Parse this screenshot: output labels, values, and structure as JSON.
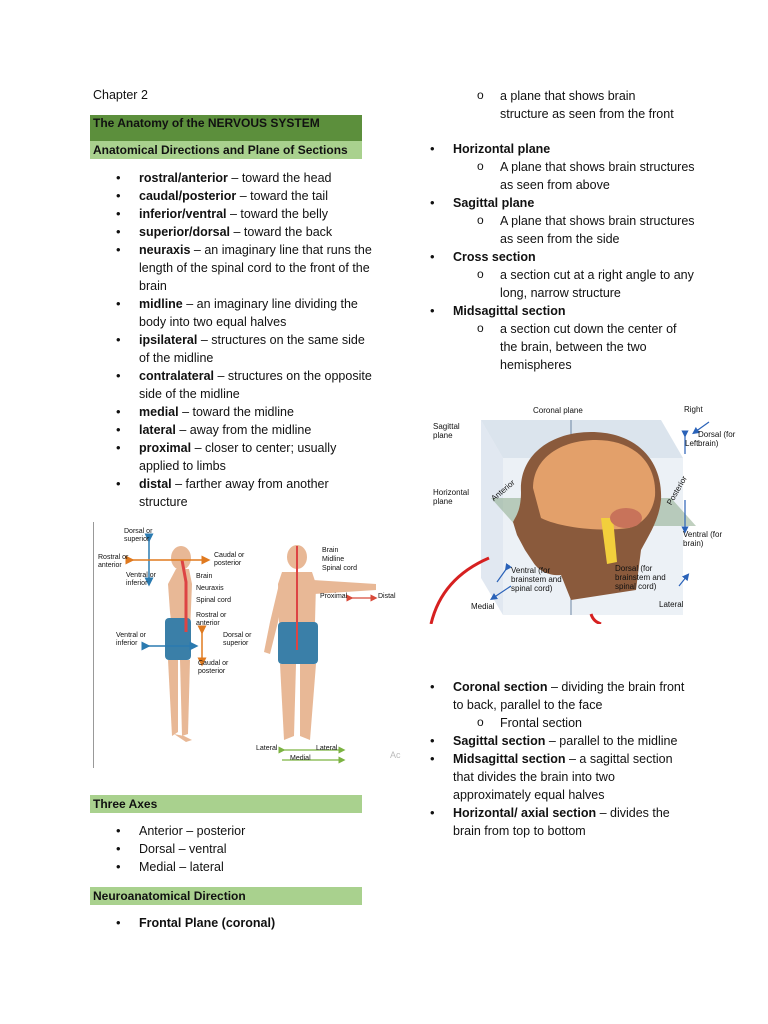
{
  "left": {
    "chapter": "Chapter 2",
    "title_header": "The Anatomy of the NERVOUS SYSTEM",
    "directions_header": "Anatomical Directions and Plane of Sections",
    "terms": [
      {
        "term": "rostral/anterior",
        "desc": " – toward the head"
      },
      {
        "term": "caudal/posterior",
        "desc": " – toward the tail"
      },
      {
        "term": "inferior/ventral",
        "desc": " – toward the belly"
      },
      {
        "term": "superior/dorsal",
        "desc": " – toward the back"
      },
      {
        "term": "neuraxis",
        "desc": " – an imaginary line that runs the length of the spinal cord to the front of the brain"
      },
      {
        "term": "midline",
        "desc": " – an imaginary line dividing the body into two equal halves"
      },
      {
        "term": "ipsilateral",
        "desc": " – structures on the same side of the midline"
      },
      {
        "term": "contralateral",
        "desc": " – structures on the opposite side of the midline"
      },
      {
        "term": "medial",
        "desc": " – toward the midline"
      },
      {
        "term": "lateral",
        "desc": " – away from the midline"
      },
      {
        "term": "proximal",
        "desc": " – closer to center; usually applied to limbs"
      },
      {
        "term": "distal",
        "desc": " – farther away from another structure"
      }
    ],
    "body_figure": {
      "labels": {
        "dorsal_superior": "Dorsal or superior",
        "rostral_anterior": "Rostral or anterior",
        "caudal_posterior": "Caudal or posterior",
        "ventral_inferior": "Ventral or inferior",
        "brain": "Brain",
        "neuraxis": "Neuraxis",
        "spinal_cord": "Spinal cord",
        "rostral_anterior2": "Rostral or anterior",
        "ventral_inferior2": "Ventral or inferior",
        "dorsal_superior2": "Dorsal or superior",
        "caudal_posterior2": "Caudal or posterior",
        "brain2": "Brain",
        "midline": "Midline",
        "spinal_cord2": "Spinal cord",
        "proximal": "Proximal",
        "distal": "Distal",
        "lateral_l": "Lateral",
        "lateral_r": "Lateral",
        "medial": "Medial",
        "watermark": "Ac"
      }
    },
    "axes_header": "Three Axes",
    "axes": [
      "Anterior – posterior",
      "Dorsal – ventral",
      "Medial – lateral"
    ],
    "neuro_header": "Neuroanatomical Direction",
    "neuro_items": [
      "Frontal Plane (coronal)"
    ]
  },
  "right": {
    "top_sub": "a plane that shows brain structure as seen from the front",
    "planes": [
      {
        "term": "Horizontal plane",
        "sub": "A plane that shows brain structures as seen from above"
      },
      {
        "term": "Sagittal plane",
        "sub": "A plane that shows brain structures as seen from the side"
      },
      {
        "term": "Cross section",
        "sub": "a section cut at a right angle to any long, narrow structure"
      },
      {
        "term": "Midsagittal section",
        "sub": "a section cut down the center of the brain, between the two hemispheres"
      }
    ],
    "head_figure": {
      "labels": {
        "coronal_plane": "Coronal plane",
        "right": "Right",
        "sagittal_plane": "Sagittal plane",
        "dorsal_brain": "Dorsal (for brain)",
        "left": "Left",
        "horizontal_plane": "Horizontal plane",
        "anterior": "Anterior",
        "posterior": "Posterior",
        "ventral_brain": "Ventral (for brain)",
        "ventral_stem": "Ventral (for brainstem and spinal cord)",
        "dorsal_stem": "Dorsal (for brainstem and spinal cord)",
        "medial": "Medial",
        "lateral": "Lateral"
      }
    },
    "sections": [
      {
        "term": "Coronal section",
        "desc": " – dividing the brain front to back, parallel to the face",
        "sub": "Frontal section"
      },
      {
        "term": "Sagittal section",
        "desc": " – parallel to the midline"
      },
      {
        "term": "Midsagittal section",
        "desc": " – a sagittal section that divides the brain into two approximately equal halves"
      },
      {
        "term": "Horizontal/ axial section",
        "desc": " – divides the brain from top to bottom"
      }
    ]
  }
}
